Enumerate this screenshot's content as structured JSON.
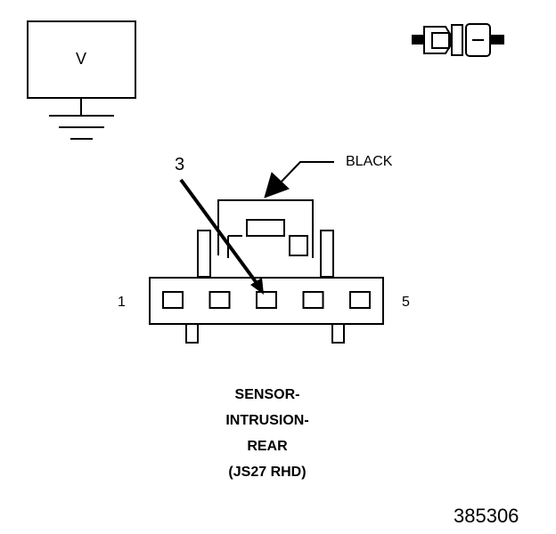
{
  "meter": {
    "label": "V"
  },
  "connector": {
    "wire_color": "BLACK",
    "pin_callout": "3",
    "first_pin": "1",
    "last_pin": "5",
    "pin_count": 5,
    "probed_pin": 3
  },
  "caption_lines": [
    "SENSOR-",
    "INTRUSION-",
    "REAR",
    "(JS27 RHD)"
  ],
  "figure_number": "385306",
  "colors": {
    "ink": "#000000",
    "paper": "#ffffff"
  },
  "icons": {
    "corner": "connector-pair-icon",
    "ground": "ground-symbol-icon"
  }
}
